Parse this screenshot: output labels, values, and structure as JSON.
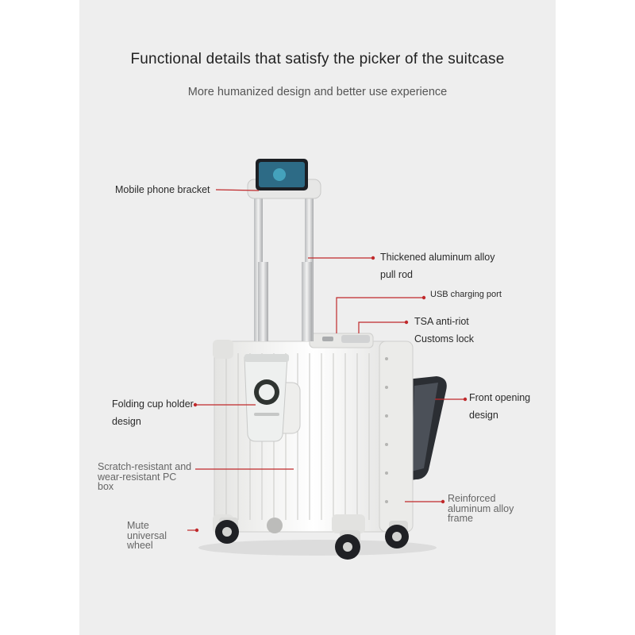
{
  "header": {
    "title": "Functional details that satisfy the picker of the suitcase",
    "subtitle": "More humanized design and better use experience"
  },
  "callouts": {
    "phone_bracket": "Mobile phone bracket",
    "pull_rod": [
      "Thickened aluminum alloy",
      "pull rod"
    ],
    "usb_port": "USB charging port",
    "tsa_lock": [
      "TSA anti-riot",
      "Customs lock"
    ],
    "cup_holder": [
      "Folding cup holder",
      "design"
    ],
    "front_opening": [
      "Front opening",
      "design"
    ],
    "pc_box": [
      "Scratch-resistant and",
      "wear-resistant PC",
      "box"
    ],
    "frame": [
      "Reinforced",
      "aluminum alloy",
      "frame"
    ],
    "wheel": [
      "Mute",
      "universal",
      "wheel"
    ]
  },
  "colors": {
    "background": "#eeeeee",
    "leader_line": "#c0292b",
    "suitcase": "#f6f6f4",
    "handle": "#d9dadb"
  }
}
